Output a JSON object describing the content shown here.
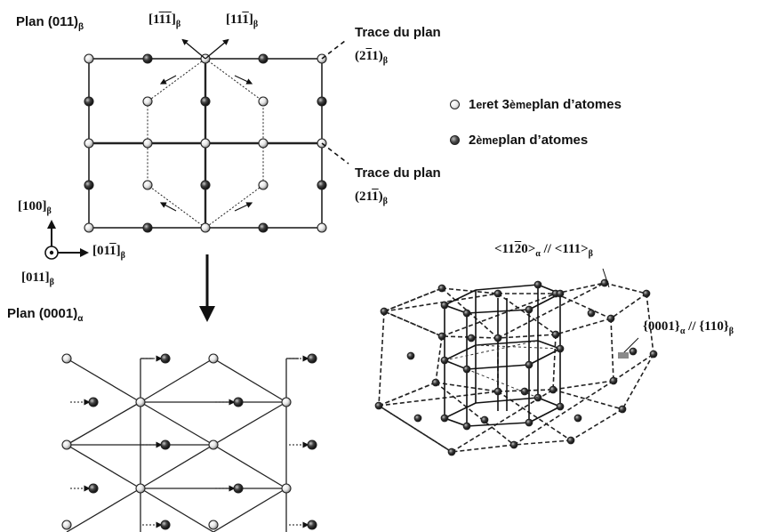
{
  "labels": {
    "plan_beta": "Plan (011)",
    "plan_beta_sub": "β",
    "dir_1m1m1": {
      "pre": "[1",
      "ov1": "1",
      "ov2": "1",
      "post": "]",
      "sub": "β"
    },
    "dir_11m1": {
      "pre": "[11",
      "ov": "1",
      "post": "]",
      "sub": "β"
    },
    "trace1_line1": "Trace du plan",
    "trace1_line2": {
      "pre": "(2",
      "ov": "1",
      "post": "1)",
      "sub": "β"
    },
    "trace2_line1": "Trace du plan",
    "trace2_line2": {
      "pre": "(21",
      "ov": "1",
      "post": ")",
      "sub": "β"
    },
    "axis_100": {
      "text": "[100]",
      "sub": "β"
    },
    "axis_01m1": {
      "pre": "[01",
      "ov": "1",
      "post": "]",
      "sub": "β"
    },
    "axis_011": {
      "text": "[011]",
      "sub": "β"
    },
    "plan_alpha": "Plan (0001)",
    "plan_alpha_sub": "α",
    "rel_dir": {
      "a": "<11",
      "ov": "2",
      "b": "0>",
      "sub1": "α",
      "mid": " // <111>",
      "sub2": "β"
    },
    "rel_plane": {
      "a": "{0001}",
      "sub1": "α",
      "mid": " // {110}",
      "sub2": "β"
    }
  },
  "legend": {
    "light": {
      "pre": "1",
      "sup1": "er",
      "mid": " et 3",
      "sup2": "ème",
      "post": " plan d’atomes"
    },
    "dark": {
      "pre": "2",
      "sup": "ème",
      "post": " plan d’atomes"
    }
  },
  "colors": {
    "line": "#222222",
    "light_atom": "#e6e6e6",
    "dark_atom": "#222222"
  }
}
